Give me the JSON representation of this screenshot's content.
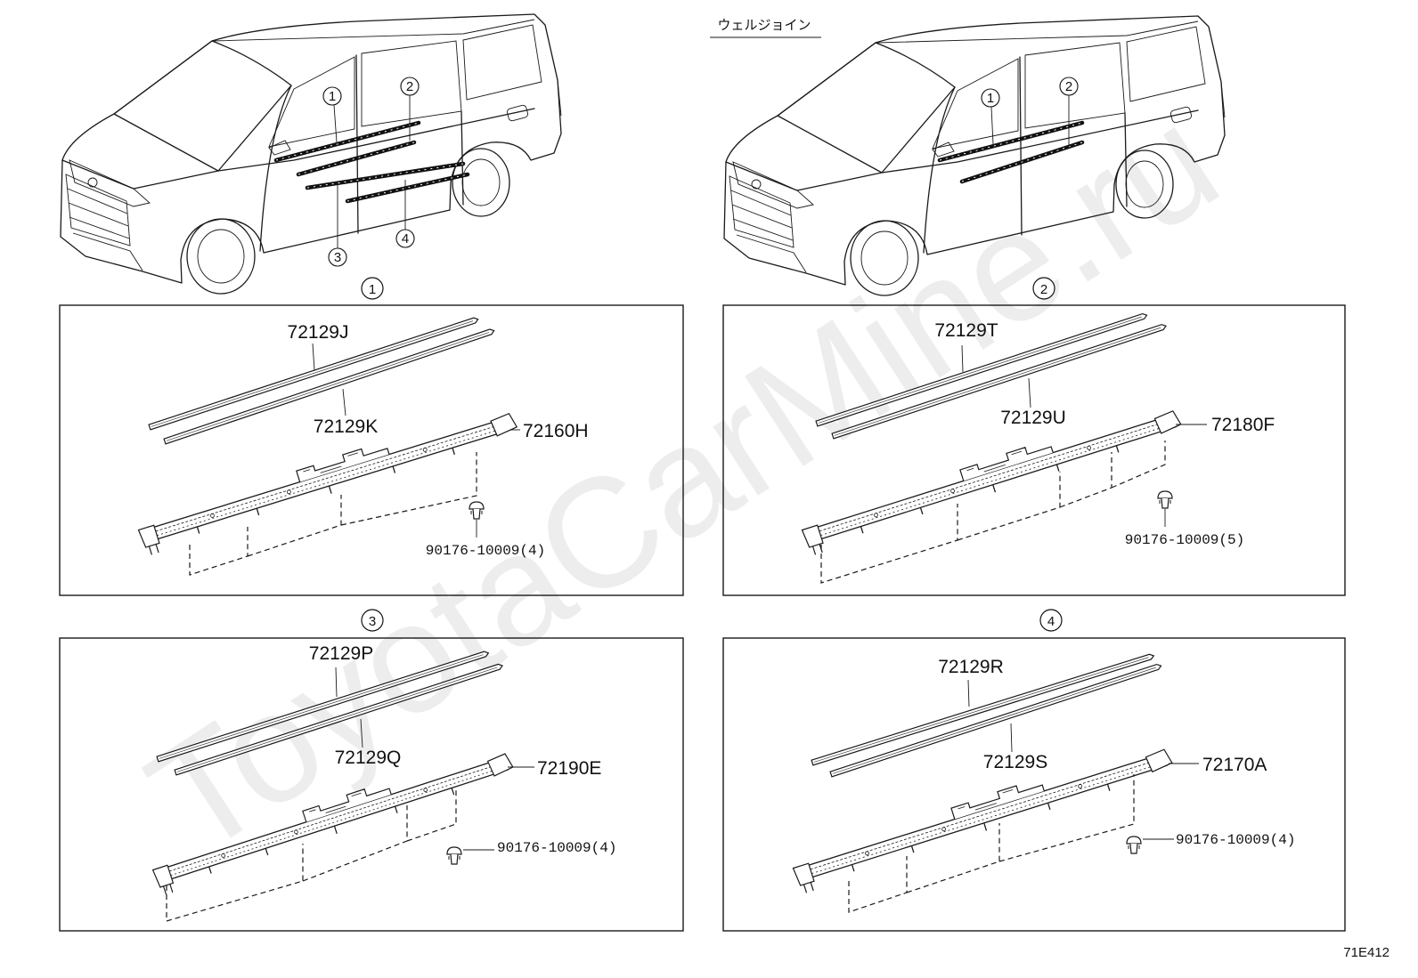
{
  "note_label": "ウェルジョイン",
  "overview_left": {
    "callouts": [
      "1",
      "2",
      "3",
      "4"
    ]
  },
  "overview_right": {
    "callouts": [
      "1",
      "2"
    ]
  },
  "sections": [
    {
      "callout": "1",
      "parts": {
        "upper_strip": "72129J",
        "lower_strip": "72129K",
        "rail": "72160H",
        "clip": "90176-10009(4)"
      }
    },
    {
      "callout": "2",
      "parts": {
        "upper_strip": "72129T",
        "lower_strip": "72129U",
        "rail": "72180F",
        "clip": "90176-10009(5)"
      }
    },
    {
      "callout": "3",
      "parts": {
        "upper_strip": "72129P",
        "lower_strip": "72129Q",
        "rail": "72190E",
        "clip": "90176-10009(4)"
      }
    },
    {
      "callout": "4",
      "parts": {
        "upper_strip": "72129R",
        "lower_strip": "72129S",
        "rail": "72170A",
        "clip": "90176-10009(4)"
      }
    }
  ],
  "diagram_code": "71E412",
  "watermark": "ToyotaCarMine.ru",
  "colors": {
    "line": "#1a1a1a",
    "watermark": "#ededed",
    "background": "#ffffff"
  }
}
